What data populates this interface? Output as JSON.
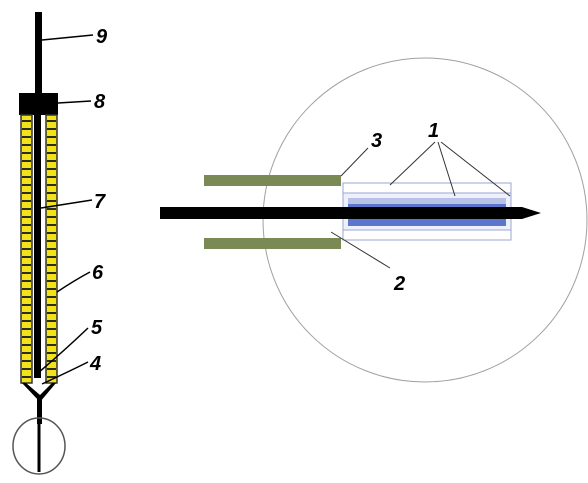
{
  "labels": {
    "l1": "1",
    "l2": "2",
    "l3": "3",
    "l4": "4",
    "l5": "5",
    "l6": "6",
    "l7": "7",
    "l8": "8",
    "l9": "9"
  },
  "colors": {
    "background": "#ffffff",
    "rod": "#000000",
    "insulation_fill": "#f2e21a",
    "insulation_stripe": "#2b2b2b",
    "sleeve": "#7b8a55",
    "tube_light": "#b7c2e6",
    "tube_dark": "#5b76cc",
    "circle": "#9a9a9a",
    "leader": "#000000"
  }
}
